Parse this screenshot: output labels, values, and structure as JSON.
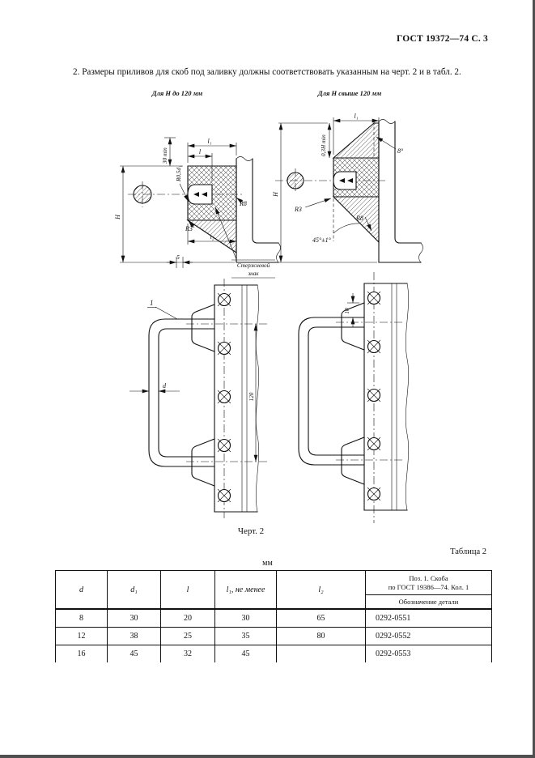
{
  "page": {
    "header": "ГОСТ 19372—74 С. 3",
    "paragraph": "2. Размеры приливов для скоб под заливку должны соответствовать указанным на черт. 2 и в табл. 2.",
    "figure_caption": "Черт. 2",
    "table_label": "Таблица 2",
    "units": "мм",
    "colors": {
      "ink": "#111111",
      "paper": "#ffffff"
    }
  },
  "drawing": {
    "left_section": {
      "title": "Для Н до 120 мм",
      "dim_l1": "l₁",
      "dim_l": "l",
      "dim_30min": "30 min",
      "dim_r05d1": "R0,5d₁",
      "dim_H": "H",
      "dim_R8": "R8",
      "dim_R3": "R3",
      "dim_t2": "t₂",
      "dim_5": "5",
      "core_mark_line1": "Стержневой",
      "core_mark_line2": "знак"
    },
    "right_section": {
      "title": "Для Н свыше 120 мм",
      "dim_l1": "l₁",
      "dim_03H": "0,3Н min",
      "dim_8deg": "8°",
      "dim_H": "Н",
      "dim_R3": "R3",
      "dim_R8": "R8",
      "dim_45deg": "45°±1°"
    },
    "handle_left": {
      "pos_label": "1",
      "dim_d": "d",
      "dim_120": "120"
    },
    "handle_right": {
      "dim_10": "10"
    }
  },
  "table": {
    "headers": [
      "d",
      "d₁",
      "l",
      "l₁, не менее",
      "l₂"
    ],
    "pos_header_line1": "Поз. 1. Скоба",
    "pos_header_line2": "по ГОСТ 19386—74.  Кол. 1",
    "pos_subheader": "Обозначение детали",
    "rows": [
      {
        "d": "8",
        "d1": "30",
        "l": "20",
        "l1": "30",
        "l2": "65",
        "designation": "0292-0551"
      },
      {
        "d": "12",
        "d1": "38",
        "l": "25",
        "l1": "35",
        "l2": "80",
        "designation": "0292-0552"
      },
      {
        "d": "16",
        "d1": "45",
        "l": "32",
        "l1": "45",
        "l2": "",
        "designation": "0292-0553"
      }
    ]
  }
}
